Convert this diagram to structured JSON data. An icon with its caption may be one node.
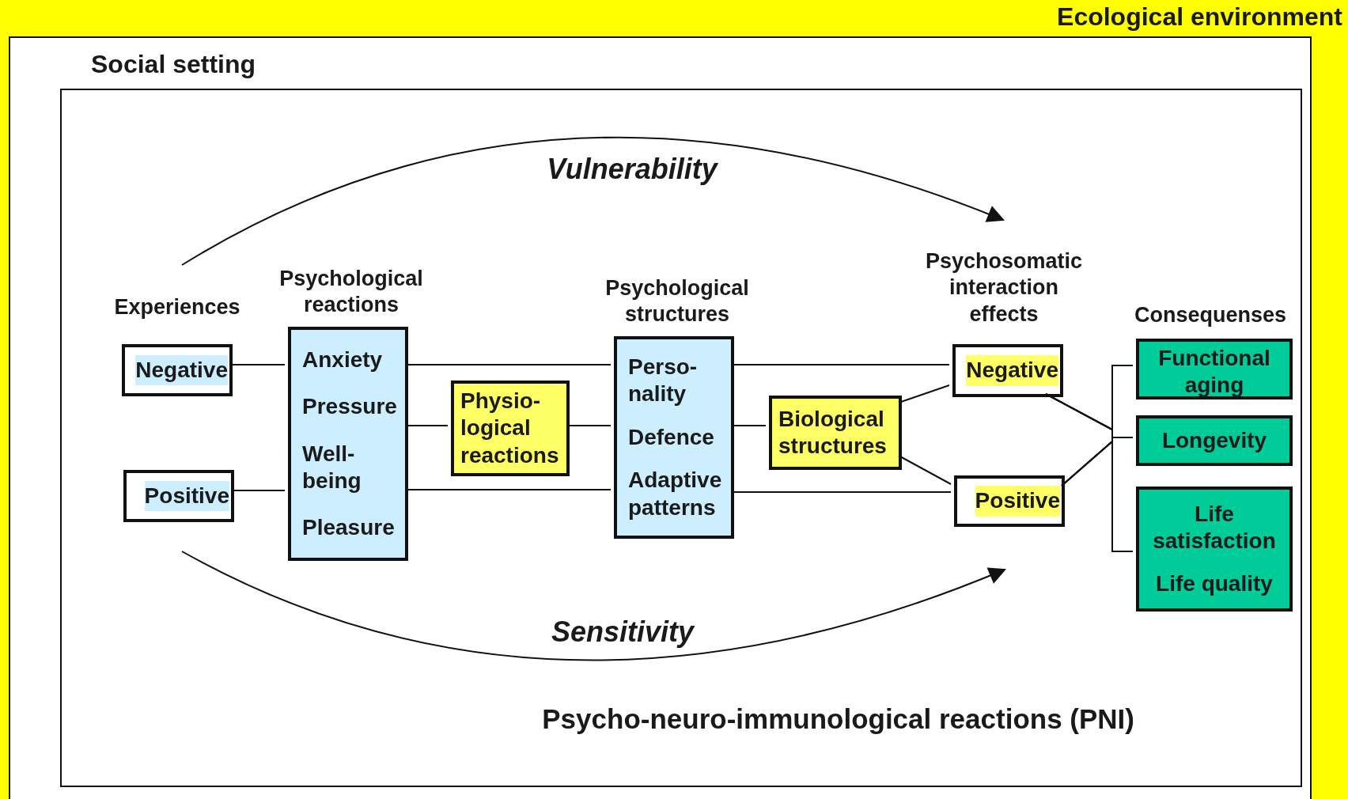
{
  "diagram": {
    "nodes": [
      {
        "text": [
          "Ecological environment"
        ]
      },
      {
        "text": [
          "Social setting"
        ]
      },
      {
        "text": [
          "Psycho-neuro-immunological reactions (PNI)"
        ],
        "in": 1
      },
      {
        "text": [
          "Negative"
        ],
        "in": 2
      },
      {
        "text": [
          "Positive"
        ],
        "in": 2
      },
      {
        "text": [
          "Psychological reactions",
          "Anxiety",
          "Pressure",
          "Well- being",
          "Pleasure"
        ],
        "in": 2
      },
      {
        "text": [
          "Physio- logical reactions"
        ],
        "in": 2
      },
      {
        "text": [
          "Psychological structures",
          "Perso- nality",
          "Defence",
          "Adaptive patterns"
        ],
        "in": 2
      },
      {
        "text": [
          "Biological structures"
        ],
        "in": 2
      },
      {
        "text": [
          "Negative"
        ],
        "in": 2
      },
      {
        "text": [
          "Positive"
        ],
        "in": 2
      },
      {
        "text": [
          "Functional aging"
        ],
        "in": 2
      },
      {
        "text": [
          "Longevity"
        ],
        "in": 2
      },
      {
        "text": [
          "Life satisfaction",
          "Life quality"
        ],
        "in": 2
      }
    ],
    "edges": [
      {
        "from": 3,
        "to": 5,
        "arrow": "none"
      },
      {
        "from": 4,
        "to": 5,
        "arrow": "none"
      },
      {
        "from": 5,
        "to": 7,
        "arrow": "none"
      },
      {
        "from": 5,
        "to": 6,
        "arrow": "none"
      },
      {
        "from": 6,
        "to": 7,
        "arrow": "none"
      },
      {
        "from": 5,
        "to": 7,
        "arrow": "none"
      },
      {
        "from": 7,
        "to": 9,
        "arrow": "none"
      },
      {
        "from": 7,
        "to": 8,
        "arrow": "none"
      },
      {
        "from": 7,
        "to": 10,
        "arrow": "none"
      },
      {
        "from": 8,
        "to": 9,
        "arrow": "none"
      },
      {
        "from": 8,
        "to": 10,
        "arrow": "none"
      },
      {
        "from": 9,
        "to": 11,
        "arrow": "none"
      },
      {
        "from": 9,
        "to": 12,
        "arrow": "none"
      },
      {
        "from": 9,
        "to": 13,
        "arrow": "none"
      },
      {
        "from": 10,
        "to": 11,
        "arrow": "none"
      },
      {
        "from": 10,
        "to": 12,
        "arrow": "none"
      },
      {
        "from": 10,
        "to": 13,
        "arrow": "none"
      }
    ],
    "labels": [
      "Vulnerability",
      "Psychosomatic interaction effects",
      "Experiences",
      "Consequenses",
      "Sensitivity"
    ]
  }
}
